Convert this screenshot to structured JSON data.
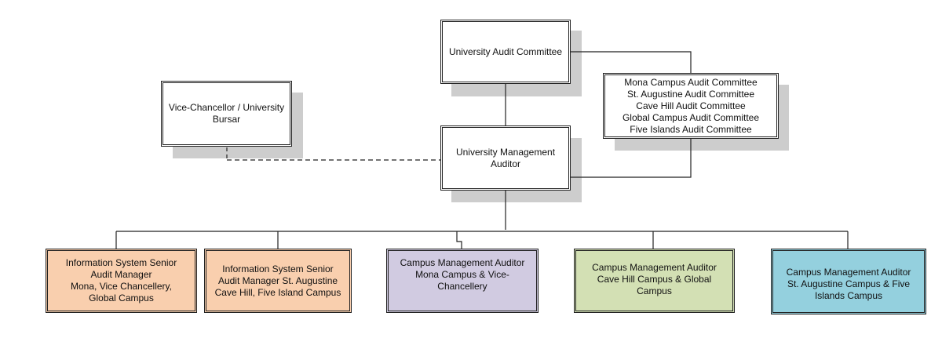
{
  "diagram": {
    "nodes": {
      "audit_committee": {
        "label": "University Audit Committee"
      },
      "campus_committees": {
        "label": "Mona Campus Audit Committee\nSt. Augustine Audit Committee\nCave Hill Audit Committee\nGlobal Campus Audit Committee\nFive Islands Audit Committee"
      },
      "vice_chancellor": {
        "label": "Vice-Chancellor / University\nBursar"
      },
      "management_auditor": {
        "label": "University Management\nAuditor"
      },
      "is_senior_mona": {
        "label": "Information System Senior\nAudit Manager\nMona, Vice Chancellery,\nGlobal Campus",
        "color": "#f9cfae"
      },
      "is_senior_st_augustine": {
        "label": "Information System  Senior\nAudit Manager St. Augustine\nCave Hill, Five Island Campus",
        "color": "#f9cfae"
      },
      "cma_mona": {
        "label": "Campus Management Auditor\nMona Campus & Vice-\nChancellery",
        "color": "#d1cbe1"
      },
      "cma_cave_hill": {
        "label": "Campus Management Auditor\nCave Hill Campus & Global\nCampus",
        "color": "#d3e0b4"
      },
      "cma_st_augustine": {
        "label": "Campus Management Auditor\nSt. Augustine Campus & Five\nIslands Campus",
        "color": "#94d0de"
      }
    }
  }
}
